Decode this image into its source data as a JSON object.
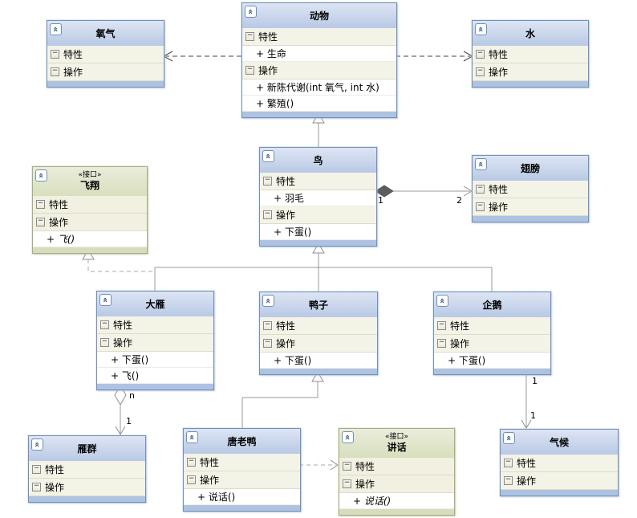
{
  "icons": {
    "collapse_chevrons": "«",
    "section_minus": "−"
  },
  "colors": {
    "class_border": "#7091bd",
    "class_header_top": "#dde5f3",
    "class_header_bottom": "#b9c9e5",
    "class_footer": "#aec3e2",
    "section_bg": "#f4f3e7",
    "interface_border": "#a9ac80",
    "interface_header_top": "#eaeddc",
    "interface_header_bottom": "#d8dfbd",
    "interface_footer": "#d6dcbe",
    "line": "#989898",
    "dependency_line": "#454545"
  },
  "classes": [
    {
      "name": "氧气",
      "stereotype": "",
      "attr_label": "特性",
      "op_label": "操作",
      "attr_items": [],
      "op_items": []
    },
    {
      "name": "动物",
      "stereotype": "",
      "attr_label": "特性",
      "op_label": "操作",
      "attr_items": [
        "+ 生命"
      ],
      "op_items": [
        "+ 新陈代谢(int 氧气, int 水)",
        "+ 繁殖()"
      ]
    },
    {
      "name": "水",
      "stereotype": "",
      "attr_label": "特性",
      "op_label": "操作",
      "attr_items": [],
      "op_items": []
    },
    {
      "name": "鸟",
      "stereotype": "",
      "attr_label": "特性",
      "op_label": "操作",
      "attr_items": [
        "+ 羽毛"
      ],
      "op_items": [
        "+ 下蛋()"
      ]
    },
    {
      "name": "翅膀",
      "stereotype": "",
      "attr_label": "特性",
      "op_label": "操作",
      "attr_items": [],
      "op_items": []
    },
    {
      "name": "飞翔",
      "stereotype": "«接口»",
      "attr_label": "特性",
      "op_label": "操作",
      "attr_items": [],
      "op_items": [
        "+ 飞()"
      ]
    },
    {
      "name": "大雁",
      "stereotype": "",
      "attr_label": "特性",
      "op_label": "操作",
      "attr_items": [],
      "op_items": [
        "+ 下蛋()",
        "+ 飞()"
      ]
    },
    {
      "name": "鸭子",
      "stereotype": "",
      "attr_label": "特性",
      "op_label": "操作",
      "attr_items": [],
      "op_items": [
        "+ 下蛋()"
      ]
    },
    {
      "name": "企鹅",
      "stereotype": "",
      "attr_label": "特性",
      "op_label": "操作",
      "attr_items": [],
      "op_items": [
        "+ 下蛋()"
      ]
    },
    {
      "name": "雁群",
      "stereotype": "",
      "attr_label": "特性",
      "op_label": "操作",
      "attr_items": [],
      "op_items": []
    },
    {
      "name": "唐老鸭",
      "stereotype": "",
      "attr_label": "特性",
      "op_label": "操作",
      "attr_items": [],
      "op_items": [
        "+ 说话()"
      ]
    },
    {
      "name": "讲话",
      "stereotype": "«接口»",
      "attr_label": "特性",
      "op_label": "操作",
      "attr_items": [],
      "op_items": [
        "+ 说话()"
      ]
    },
    {
      "name": "气候",
      "stereotype": "",
      "attr_label": "特性",
      "op_label": "操作",
      "attr_items": [],
      "op_items": []
    }
  ],
  "multiplicities": {
    "bird_wing_source": "1",
    "bird_wing_target": "2",
    "goose_flock_source": "n",
    "goose_flock_target": "1",
    "penguin_climate_source": "1",
    "penguin_climate_target": "1"
  }
}
